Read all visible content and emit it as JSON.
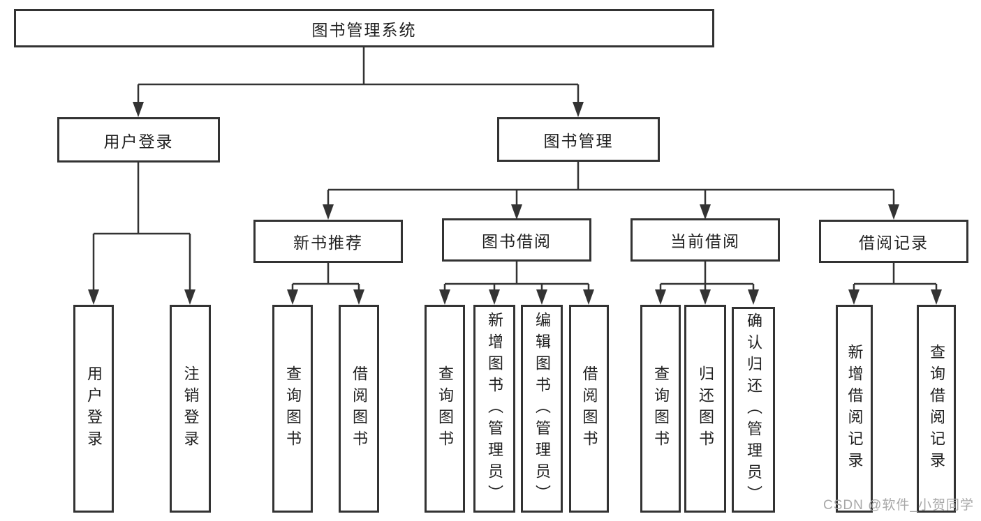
{
  "root": {
    "label": "图书管理系统"
  },
  "branches": [
    {
      "label": "用户登录",
      "children": [
        {
          "label": "用户登录"
        },
        {
          "label": "注销登录"
        }
      ]
    },
    {
      "label": "图书管理",
      "children": [
        {
          "label": "新书推荐",
          "children": [
            {
              "label": "查询图书"
            },
            {
              "label": "借阅图书"
            }
          ]
        },
        {
          "label": "图书借阅",
          "children": [
            {
              "label": "查询图书"
            },
            {
              "label": "新增图书（管理员）"
            },
            {
              "label": "编辑图书（管理员）"
            },
            {
              "label": "借阅图书"
            }
          ]
        },
        {
          "label": "当前借阅",
          "children": [
            {
              "label": "查询图书"
            },
            {
              "label": "归还图书"
            },
            {
              "label": "确认归还（管理员）"
            }
          ]
        },
        {
          "label": "借阅记录",
          "children": [
            {
              "label": "新增借阅记录"
            },
            {
              "label": "查询借阅记录"
            }
          ]
        }
      ]
    }
  ],
  "watermark": "CSDN @软件_小贺同学",
  "colors": {
    "line": "#333333",
    "text": "#212121",
    "background": "#ffffff",
    "watermark": "#a8a8a8"
  }
}
